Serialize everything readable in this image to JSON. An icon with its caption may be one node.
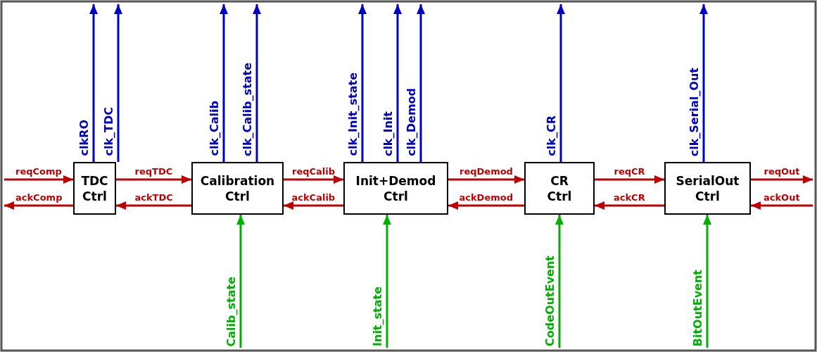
{
  "diagram": {
    "nodes": [
      {
        "text": [
          "TDC Ctrl"
        ]
      },
      {
        "text": [
          "Calibration Ctrl"
        ]
      },
      {
        "text": [
          "Init+Demod Ctrl"
        ]
      },
      {
        "text": [
          "CR Ctrl"
        ]
      },
      {
        "text": [
          "SerialOut Ctrl"
        ]
      }
    ],
    "edges": [
      {
        "from": null,
        "to": 0,
        "arrow": "to",
        "label": "reqComp"
      },
      {
        "from": 0,
        "to": null,
        "arrow": "to",
        "label": "ackComp"
      },
      {
        "from": 0,
        "to": 1,
        "arrow": "to",
        "label": "reqTDC"
      },
      {
        "from": 1,
        "to": 0,
        "arrow": "to",
        "label": "ackTDC"
      },
      {
        "from": 1,
        "to": 2,
        "arrow": "to",
        "label": "reqCalib"
      },
      {
        "from": 2,
        "to": 1,
        "arrow": "to",
        "label": "ackCalib"
      },
      {
        "from": 2,
        "to": 3,
        "arrow": "to",
        "label": "reqDemod"
      },
      {
        "from": 3,
        "to": 2,
        "arrow": "to",
        "label": "ackDemod"
      },
      {
        "from": 3,
        "to": 4,
        "arrow": "to",
        "label": "reqCR"
      },
      {
        "from": 4,
        "to": 3,
        "arrow": "to",
        "label": "ackCR"
      },
      {
        "from": 4,
        "to": null,
        "arrow": "to",
        "label": "reqOut"
      },
      {
        "from": null,
        "to": 4,
        "arrow": "to",
        "label": "ackOut"
      },
      {
        "from": 0,
        "to": null,
        "arrow": "to",
        "label": "clkRO",
        "color": "#0000c0"
      },
      {
        "from": 0,
        "to": null,
        "arrow": "to",
        "label": "clk_TDC",
        "color": "#0000c0"
      },
      {
        "from": 1,
        "to": null,
        "arrow": "to",
        "label": "clk_Calib",
        "color": "#0000c0"
      },
      {
        "from": 1,
        "to": null,
        "arrow": "to",
        "label": "clk_Calib_state",
        "color": "#0000c0"
      },
      {
        "from": 2,
        "to": null,
        "arrow": "to",
        "label": "clk_Init_state",
        "color": "#0000c0"
      },
      {
        "from": 2,
        "to": null,
        "arrow": "to",
        "label": "clk_Init",
        "color": "#0000c0"
      },
      {
        "from": 2,
        "to": null,
        "arrow": "to",
        "label": "clk_Demod",
        "color": "#0000c0"
      },
      {
        "from": 3,
        "to": null,
        "arrow": "to",
        "label": "clk_CR",
        "color": "#0000c0"
      },
      {
        "from": 4,
        "to": null,
        "arrow": "to",
        "label": "clk_Serial_Out",
        "color": "#0000c0"
      },
      {
        "from": null,
        "to": 1,
        "arrow": "to",
        "label": "Calib_state",
        "color": "#00b000"
      },
      {
        "from": null,
        "to": 2,
        "arrow": "to",
        "label": "Init_state",
        "color": "#00b000"
      },
      {
        "from": null,
        "to": 3,
        "arrow": "to",
        "label": "CodeOutEvent",
        "color": "#00b000"
      },
      {
        "from": null,
        "to": 4,
        "arrow": "to",
        "label": "BitOutEvent",
        "color": "#00b000"
      }
    ]
  }
}
